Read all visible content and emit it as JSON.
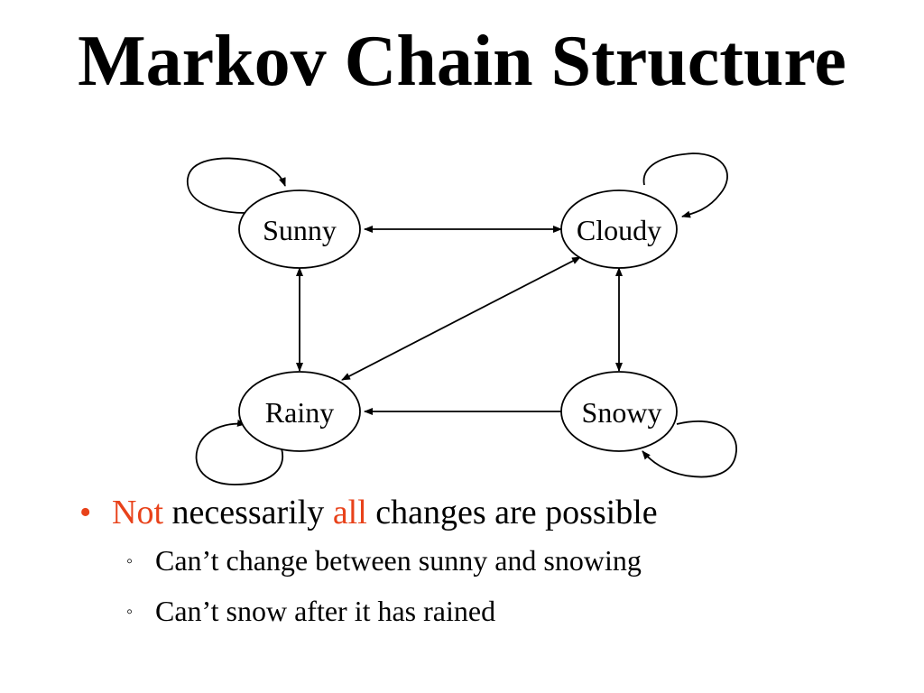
{
  "slide": {
    "title": "Markov Chain Structure"
  },
  "diagram": {
    "states": {
      "sunny": "Sunny",
      "cloudy": "Cloudy",
      "rainy": "Rainy",
      "snowy": "Snowy"
    }
  },
  "bullets": {
    "main": {
      "marker": "•",
      "part1": "Not",
      "part2": " necessarily ",
      "part3": "all",
      "part4": " changes are possible"
    },
    "sub": [
      {
        "marker": "◦",
        "text": "Can’t change between sunny and snowing"
      },
      {
        "marker": "◦",
        "text": "Can’t snow after it has rained"
      }
    ]
  },
  "colors": {
    "highlight": "#e8421a",
    "text": "#000000",
    "background": "#ffffff"
  }
}
